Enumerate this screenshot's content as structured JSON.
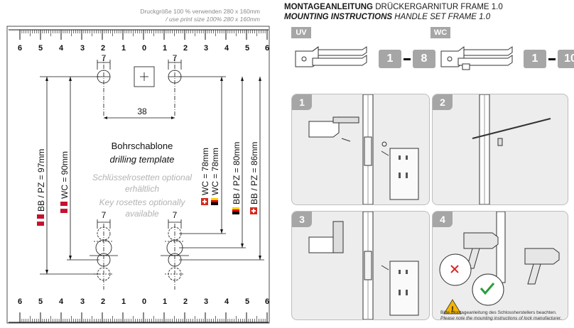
{
  "template": {
    "print_size_de": "Druckgröße 100 % verwenden 280 x 160mm",
    "print_size_en": "/ use print size 100% 280 x 160mm",
    "ruler_labels": [
      "6",
      "5",
      "4",
      "3",
      "2",
      "1",
      "0",
      "1",
      "2",
      "3",
      "4",
      "5",
      "6"
    ],
    "dim_7_top_left": "7",
    "dim_7_top_right": "7",
    "dim_38": "38",
    "dim_7_bottom_left": "7",
    "dim_7_bottom_right": "7",
    "title_de": "Bohrschablone",
    "title_en": "drilling template",
    "note_de_1": "Schlüsselrosetten optional",
    "note_de_2": "erhältlich",
    "note_en_1": "Key rosettes optionally",
    "note_en_2": "available",
    "label_bb_97": "BB / PZ = 97mm",
    "label_wc_90": "WC = 90mm",
    "label_wc_78_ch": "WC = 78mm",
    "label_wc_78_de": "WC = 78mm",
    "label_bb_80": "BB / PZ = 80mm",
    "label_bb_86": "BB / PZ = 86mm",
    "colors": {
      "austria_red": "#c8102e",
      "swiss_red": "#d52b1e",
      "de_gold": "#ffce00"
    }
  },
  "instructions": {
    "header_de_bold": "MONTAGEANLEITUNG",
    "header_de_rest": " DRÜCKERGARNITUR FRAME 1.0",
    "header_en_bold": "MOUNTING INSTRUCTIONS",
    "header_en_rest": " HANDLE SET FRAME 1.0",
    "uv_label": "UV",
    "uv_from": "1",
    "uv_to": "8",
    "wc_label": "WC",
    "wc_from": "1",
    "wc_to": "10",
    "steps": [
      "1",
      "2",
      "3",
      "4"
    ],
    "note_de": "Bitte Montageanleitung des Schlossherstellers beachten.",
    "note_en": "Please note the mounting instructions of lock manufacturer."
  }
}
